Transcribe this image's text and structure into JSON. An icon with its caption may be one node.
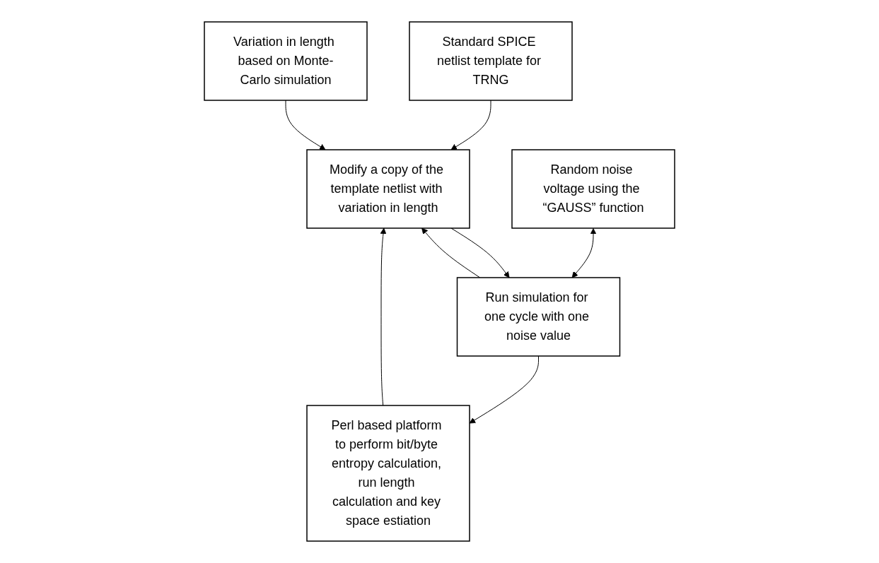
{
  "diagram": {
    "nodes": [
      {
        "text": [
          "Standard SPICE netlist template for TRNG"
        ]
      },
      {
        "text": [
          "Variation in length based on Monte-Carlo simulation"
        ]
      },
      {
        "text": [
          "Modify a copy of the template netlist with variation in length"
        ]
      },
      {
        "text": [
          "Random noise voltage using the “GAUSS” function"
        ]
      },
      {
        "text": [
          "Run simulation for one cycle with one noise value"
        ]
      },
      {
        "text": [
          "Perl based platform to perform bit/byte entropy calculation, run length calculation and key space estiation"
        ]
      }
    ],
    "edges": [
      {
        "from": 0,
        "to": 2,
        "arrow": "to"
      },
      {
        "from": 1,
        "to": 2,
        "arrow": "to"
      },
      {
        "from": 2,
        "to": 4,
        "arrow": "to"
      },
      {
        "from": 3,
        "to": 4,
        "arrow": "both"
      },
      {
        "from": 4,
        "to": 2,
        "arrow": "to"
      },
      {
        "from": 4,
        "to": 5,
        "arrow": "to"
      },
      {
        "from": 5,
        "to": 2,
        "arrow": "to"
      }
    ]
  }
}
